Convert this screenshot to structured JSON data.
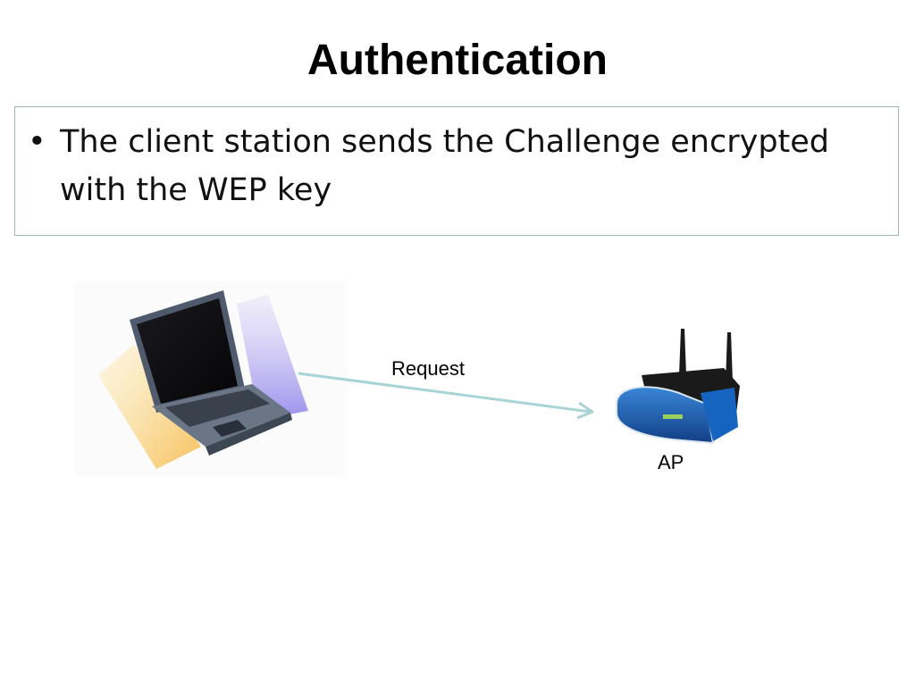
{
  "slide": {
    "title": "Authentication",
    "bullets": [
      {
        "marker": "•",
        "text": "The client station sends the Challenge encrypted with the WEP key"
      }
    ]
  },
  "diagram": {
    "client_icon": "laptop-icon",
    "ap_icon": "wireless-router-icon",
    "arrow_label": "Request",
    "ap_label": "AP",
    "colors": {
      "arrow": "#a9d4d6",
      "router_blue": "#1f5fb0",
      "router_black": "#1a1a1a",
      "laptop_body": "#5a6675"
    }
  }
}
